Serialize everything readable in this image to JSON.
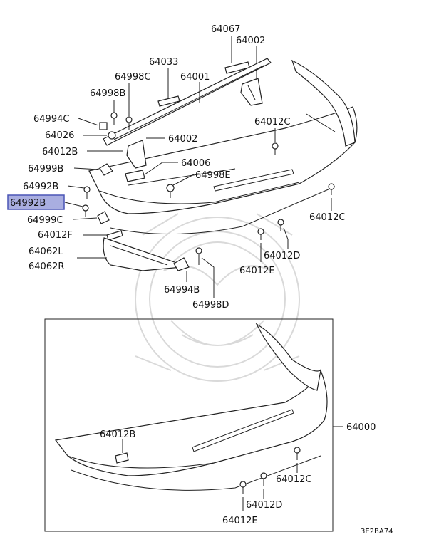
{
  "labels": {
    "l64067": "64067",
    "l64002_top": "64002",
    "l64033": "64033",
    "l64998C": "64998C",
    "l64001": "64001",
    "l64998B": "64998B",
    "l64994C": "64994C",
    "l64012C_top": "64012C",
    "l64026": "64026",
    "l64002_mid": "64002",
    "l64012B_top": "64012B",
    "l64006": "64006",
    "l64999B": "64999B",
    "l64998E": "64998E",
    "l64992B_a": "64992B",
    "l64992B_sel": "64992B",
    "l64012C_right": "64012C",
    "l64999C": "64999C",
    "l64012F": "64012F",
    "l64012D_top": "64012D",
    "l64062L": "64062L",
    "l64062R": "64062R",
    "l64012E_top": "64012E",
    "l64994B": "64994B",
    "l64998D": "64998D",
    "l64000": "64000",
    "l64012B_box": "64012B",
    "l64012C_box": "64012C",
    "l64012D_box": "64012D",
    "l64012E_box": "64012E"
  },
  "diagram_code": "3E2BA74",
  "highlight_color": "#a9aee0"
}
